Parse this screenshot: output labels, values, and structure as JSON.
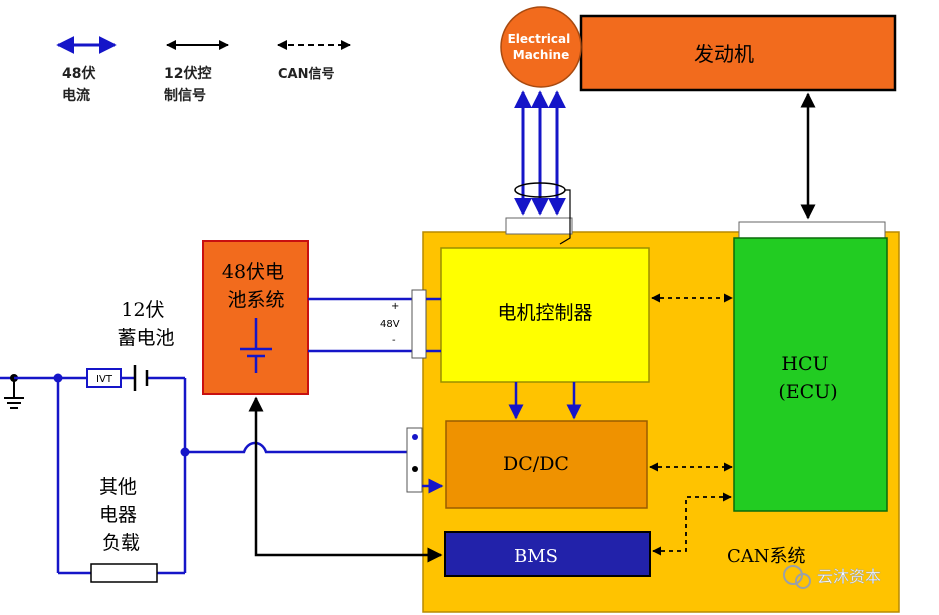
{
  "legend": {
    "power_48v": "48伏\n电流",
    "control_12v": "12伏控\n制信号",
    "can_signal": "CAN信号"
  },
  "blocks": {
    "electrical_machine": "Electrical\nMachine",
    "engine": "发动机",
    "battery_48v": "48伏电\n池系统",
    "battery_12v": "12伏\n蓄电池",
    "motor_controller": "电机控制器",
    "dcdc": "DC/DC",
    "hcu": "HCU\n(ECU)",
    "bms": "BMS",
    "other_loads": "其他\n电器\n负载",
    "can_system": "CAN系统",
    "ivt": "IVT"
  },
  "terminal_labels": {
    "plus": "+",
    "voltage": "48V",
    "minus": "-"
  },
  "watermark": "云沐资本",
  "colors": {
    "blue_48v": "#1515c8",
    "can_area": "#ffc300",
    "controller": "#ffff00",
    "dcdc": "#ef9200",
    "hcu": "#22cc22",
    "bms": "#2222aa",
    "orange_block": "#f26b1d",
    "battery_block": "#f26b1d"
  }
}
